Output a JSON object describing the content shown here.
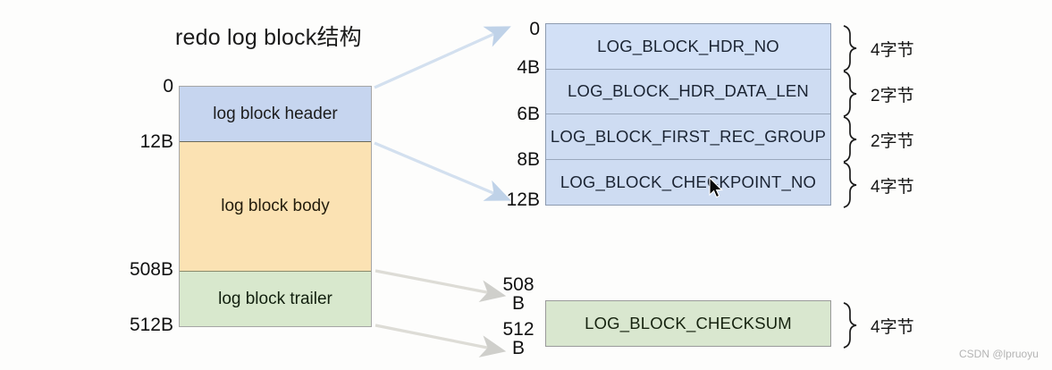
{
  "diagram": {
    "title": "redo log block结构",
    "main_block": {
      "segments": [
        {
          "label": "log block header",
          "start": "0",
          "end": "12B",
          "color": "#c6d5ef"
        },
        {
          "label": "log block body",
          "start": "12B",
          "end": "508B",
          "color": "#fbe2b3"
        },
        {
          "label": "log block trailer",
          "start": "508B",
          "end": "512B",
          "color": "#d8e8cd"
        }
      ],
      "offsets": [
        "0",
        "12B",
        "508B",
        "512B"
      ]
    },
    "header_detail": {
      "offsets": [
        "0",
        "4B",
        "6B",
        "8B",
        "12B"
      ],
      "rows": [
        {
          "label": "LOG_BLOCK_HDR_NO",
          "size": "4字节",
          "offset_start": "0",
          "offset_end": "4B"
        },
        {
          "label": "LOG_BLOCK_HDR_DATA_LEN",
          "size": "2字节",
          "offset_start": "4B",
          "offset_end": "6B"
        },
        {
          "label": "LOG_BLOCK_FIRST_REC_GROUP",
          "size": "2字节",
          "offset_start": "6B",
          "offset_end": "8B"
        },
        {
          "label": "LOG_BLOCK_CHECKPOINT_NO",
          "size": "4字节",
          "offset_start": "8B",
          "offset_end": "12B"
        }
      ],
      "block_color": "#cedcf2"
    },
    "trailer_detail": {
      "offset_top": "508\nB",
      "offset_top_line1": "508",
      "offset_top_line2": "B",
      "offset_bottom_line1": "512",
      "offset_bottom_line2": "B",
      "row": {
        "label": "LOG_BLOCK_CHECKSUM",
        "size": "4字节"
      },
      "block_color": "#d9e7cf"
    },
    "watermark": "CSDN @lpruoyu",
    "background_color": "#fdfdfc"
  }
}
